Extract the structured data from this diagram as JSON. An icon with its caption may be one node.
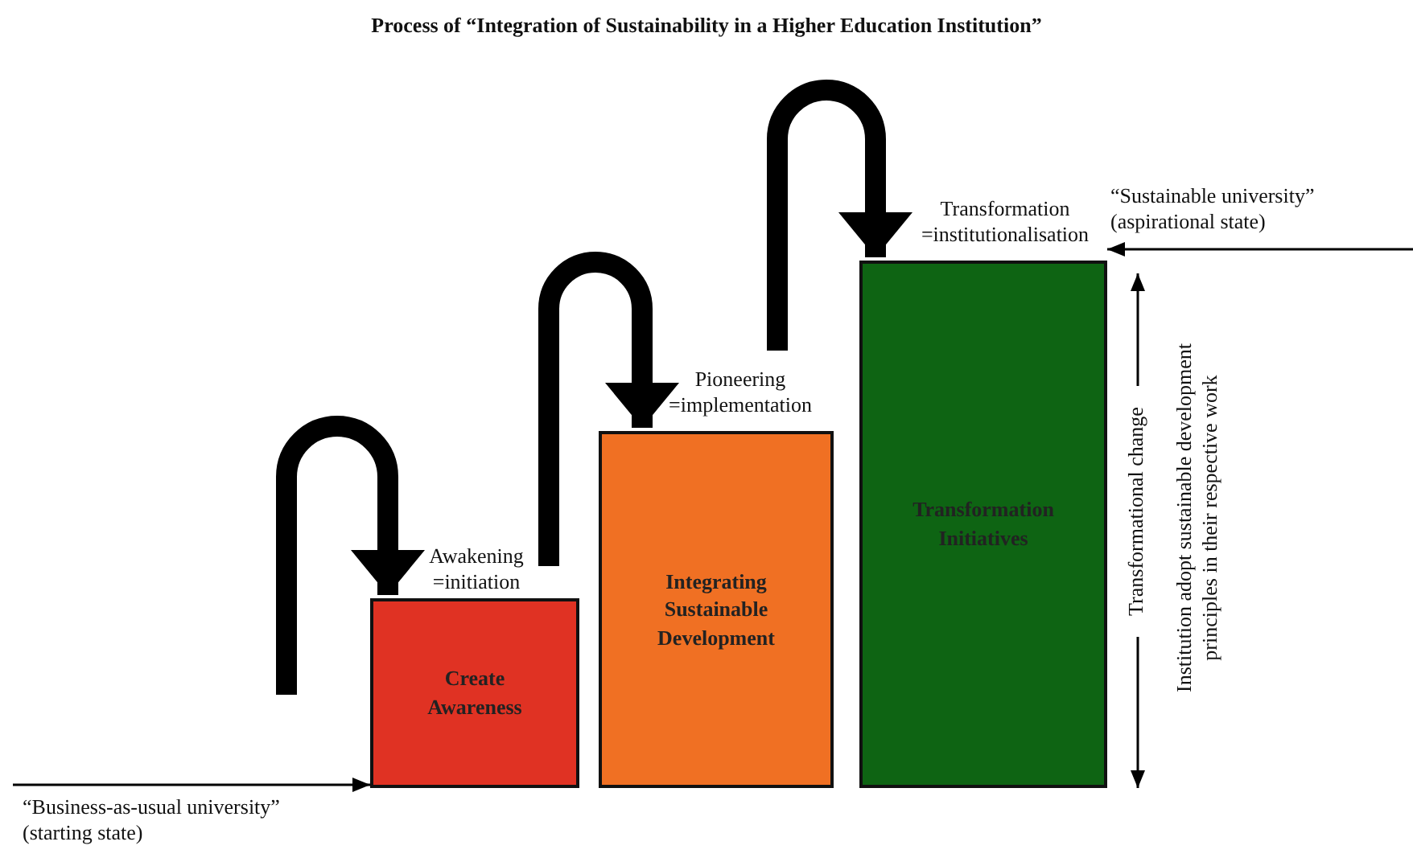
{
  "diagram": {
    "title": "Process of “Integration of Sustainability in a Higher Education Institution”",
    "nodes": [
      {
        "text": [
          "Create Awareness"
        ],
        "beside": [
          "Awakening =initiation"
        ]
      },
      {
        "text": [
          "Integrating Sustainable Development"
        ],
        "beside": [
          "Pioneering =implementation"
        ]
      },
      {
        "text": [
          "Transformation Initiatives"
        ],
        "beside": [
          "Transformation =institutionalisation"
        ]
      }
    ],
    "edges": [
      {
        "from": null,
        "to": 0,
        "arrow": "to"
      },
      {
        "from": null,
        "to": 0,
        "arrow": "to"
      },
      {
        "from": 0,
        "to": 1,
        "arrow": "to"
      },
      {
        "from": null,
        "to": 2,
        "arrow": "to"
      },
      {
        "from": null,
        "to": 2,
        "arrow": "to"
      }
    ],
    "labels": [
      "“Sustainable university” (aspirational state)",
      "Transformational change",
      "Institution adopt sustainable development principles in their respective work",
      "“Business-as-usual university” (starting state)"
    ]
  }
}
